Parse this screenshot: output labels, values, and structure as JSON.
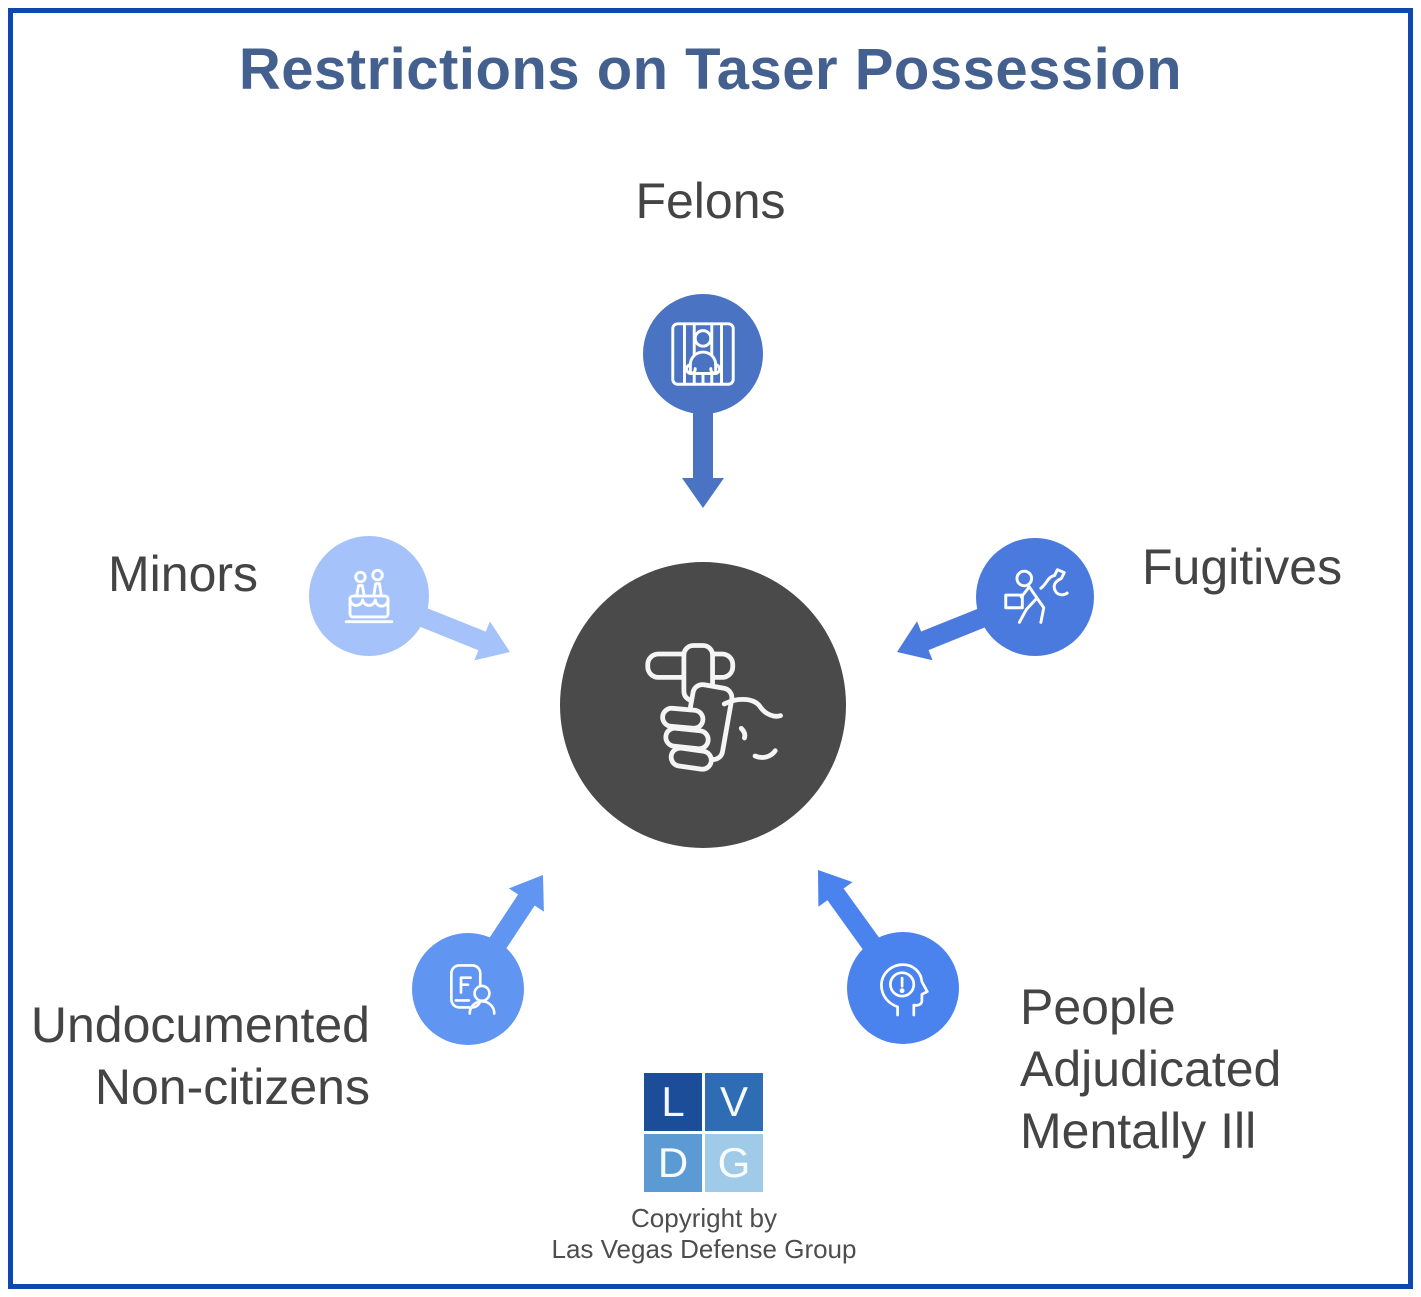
{
  "title": "Restrictions on Taser Possession",
  "center": {
    "icon": "hand-holding-taser-icon",
    "color": "#4a4a4a"
  },
  "spokes": {
    "felons": {
      "label": "Felons",
      "icon": "prisoner-behind-bars-icon",
      "color": "#4a73c4"
    },
    "minors": {
      "label": "Minors",
      "icon": "birthday-cake-icon",
      "color": "#a5c3fa"
    },
    "fugitives": {
      "label": "Fugitives",
      "icon": "running-fugitive-icon",
      "color": "#4a7ade"
    },
    "undocumented": {
      "label": "Undocumented\nNon-citizens",
      "icon": "passport-person-icon",
      "color": "#6095f2"
    },
    "mentally_ill": {
      "label": "People\nAdjudicated\nMentally Ill",
      "icon": "head-alert-icon",
      "color": "#4a82ee"
    }
  },
  "footer": {
    "logo": {
      "l1": "L",
      "l2": "V",
      "l3": "D",
      "l4": "G"
    },
    "logo_colors": [
      "#1b4d99",
      "#2e6cb3",
      "#5b9ad2",
      "#9fcbe9"
    ],
    "copyright": "Copyright by\nLas Vegas Defense Group"
  },
  "colors": {
    "frame_border": "#0e47b0",
    "title_text": "#44608e",
    "label_text": "#444444",
    "center_circle": "#4a4a4a",
    "icon_stroke": "#ffffff"
  }
}
